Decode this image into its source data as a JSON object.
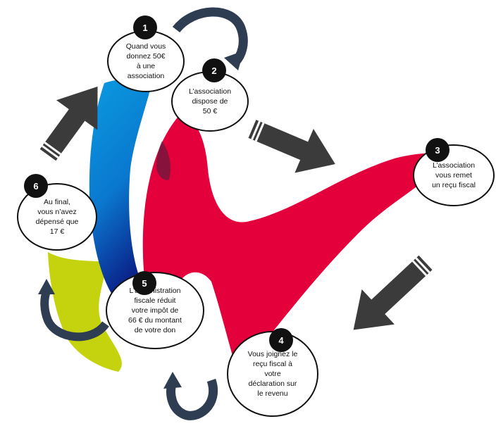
{
  "steps": [
    {
      "num": "1",
      "text": "Quand vous\ndonnez 50€\nà une\nassociation"
    },
    {
      "num": "2",
      "text": "L’association\ndispose de\n50 €"
    },
    {
      "num": "3",
      "text": "L’association\nvous remet\nun reçu fiscal"
    },
    {
      "num": "4",
      "text": "Vous joignez le\nreçu fiscal à\nvotre\ndéclaration sur\nle revenu"
    },
    {
      "num": "5",
      "text": "L’administration\nfiscale réduit\nvotre impôt de\n66 € du montant\nde votre don"
    },
    {
      "num": "6",
      "text": "Au final,\nvous n’avez\ndépensé que\n17 €"
    }
  ],
  "colors": {
    "blue": "#0a8fd6",
    "blue_dark": "#0a2a8c",
    "red": "#e4003b",
    "lime": "#c5d20e",
    "arrow": "#3b3b3b",
    "curl": "#2f3d52"
  }
}
